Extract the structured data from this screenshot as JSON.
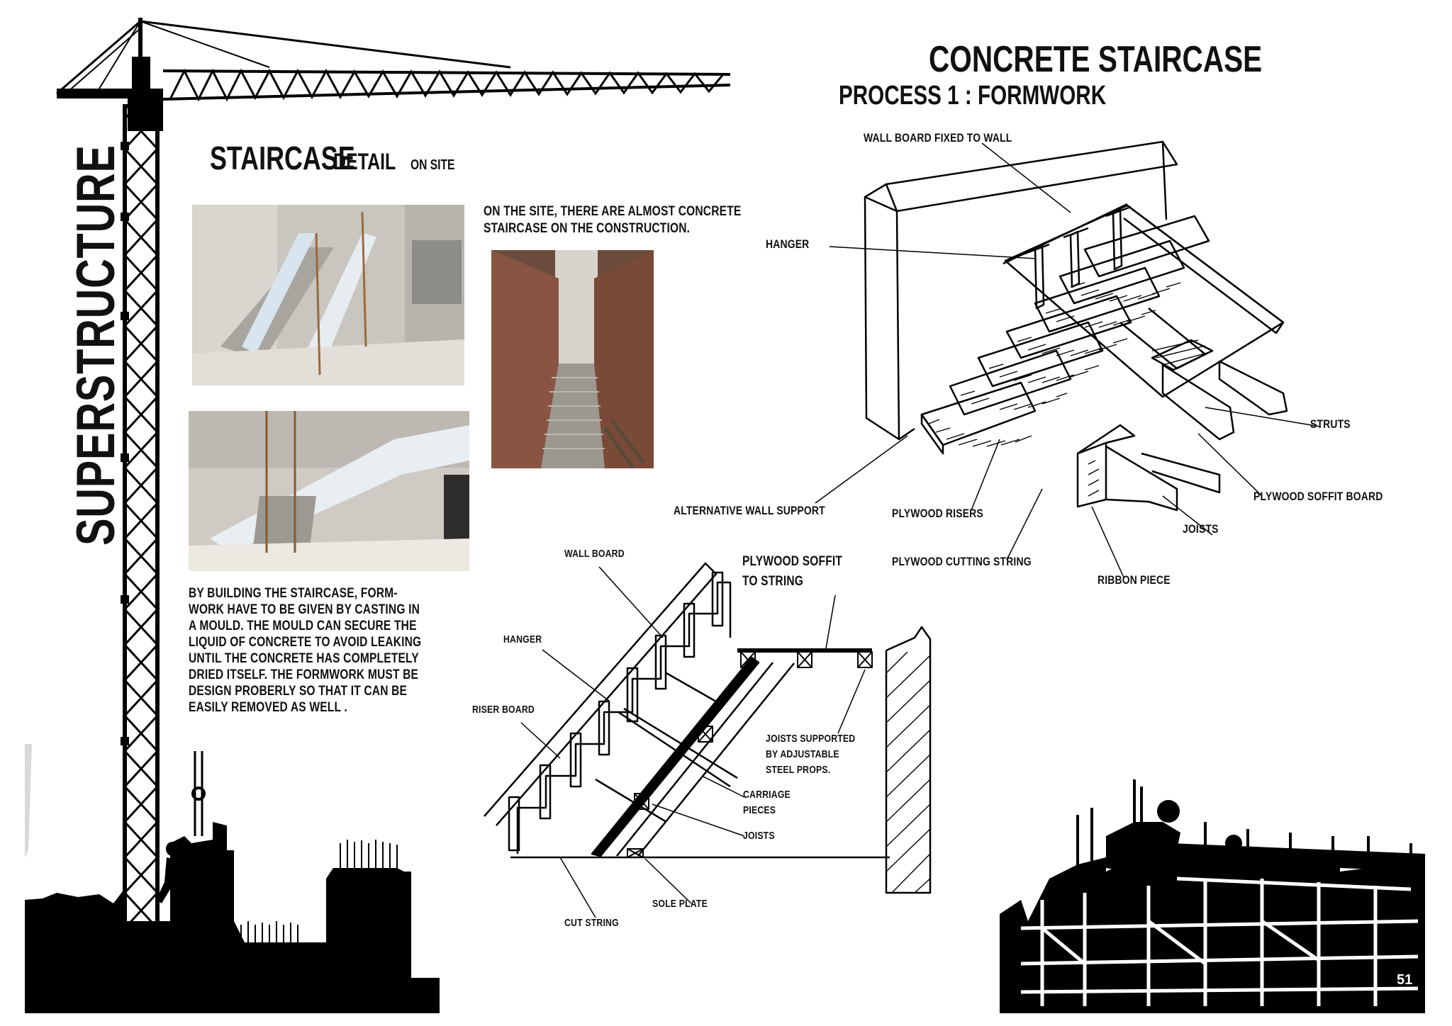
{
  "page": {
    "vertical_title": "SUPERSTRUCTURE",
    "page_number": "51"
  },
  "left": {
    "heading_main": "STAIRCASE",
    "heading_detail": "DETAIL",
    "heading_small": "ON SITE",
    "paragraph_lines": [
      "BY BUILDING THE STAIRCASE, FORM-",
      "WORK HAVE TO BE GIVEN BY CASTING IN",
      "A MOULD. THE MOULD CAN SECURE THE",
      "LIQUID OF CONCRETE TO AVOID LEAKING",
      "UNTIL THE CONCRETE HAS COMPLETELY",
      "DRIED ITSELF. THE FORMWORK MUST BE",
      "DESIGN PROBERLY SO THAT IT CAN BE",
      "EASILY REMOVED AS WELL ."
    ]
  },
  "middle": {
    "caption_lines": [
      "ON THE SITE, THERE ARE ALMOST CONCRETE",
      "STAIRCASE ON THE CONSTRUCTION."
    ]
  },
  "right": {
    "title": "CONCRETE STAIRCASE",
    "subtitle": "PROCESS 1 : FORMWORK"
  },
  "iso_labels": {
    "wall_board_fixed": "WALL BOARD FIXED TO WALL",
    "hanger": "HANGER",
    "struts": "STRUTS",
    "plywood_soffit_board": "PLYWOOD SOFFIT BOARD",
    "joists": "JOISTS",
    "alternative_wall_support": "ALTERNATIVE WALL SUPPORT",
    "plywood_risers": "PLYWOOD RISERS",
    "plywood_cutting_string": "PLYWOOD CUTTING STRING",
    "ribbon_piece": "RIBBON PIECE"
  },
  "section_labels": {
    "wall_board": "WALL BOARD",
    "plywood_soffit_line1": "PLYWOOD SOFFIT",
    "plywood_soffit_line2": "TO STRING",
    "hanger": "HANGER",
    "riser_board": "RISER BOARD",
    "joists_supported_line1": "JOISTS SUPPORTED",
    "joists_supported_line2": "BY ADJUSTABLE",
    "joists_supported_line3": "STEEL PROPS.",
    "carriage_line1": "CARRIAGE",
    "carriage_line2": "PIECES",
    "joists": "JOISTS",
    "sole_plate": "SOLE PLATE",
    "cut_string": "CUT STRING"
  }
}
